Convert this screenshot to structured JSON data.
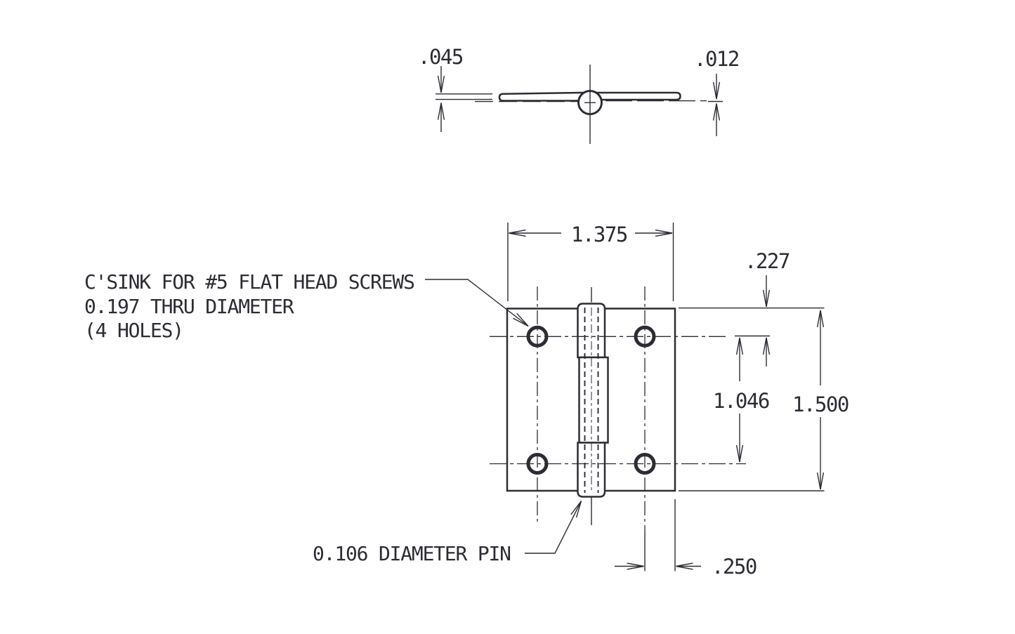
{
  "colors": {
    "background": "#ffffff",
    "line": "#2c2c34"
  },
  "top_view": {
    "thickness_dim": ".045",
    "offset_dim": ".012"
  },
  "front_view": {
    "width_dim": "1.375",
    "edge_to_hole_dim": ".227",
    "hole_spacing_dim": "1.046",
    "height_dim": "1.500",
    "hole_to_edge_dim": ".250"
  },
  "notes": {
    "csink_line1": "C'SINK FOR #5 FLAT HEAD SCREWS",
    "csink_line2": "0.197 THRU DIAMETER",
    "csink_line3": "(4 HOLES)",
    "pin_note": "0.106 DIAMETER PIN"
  }
}
